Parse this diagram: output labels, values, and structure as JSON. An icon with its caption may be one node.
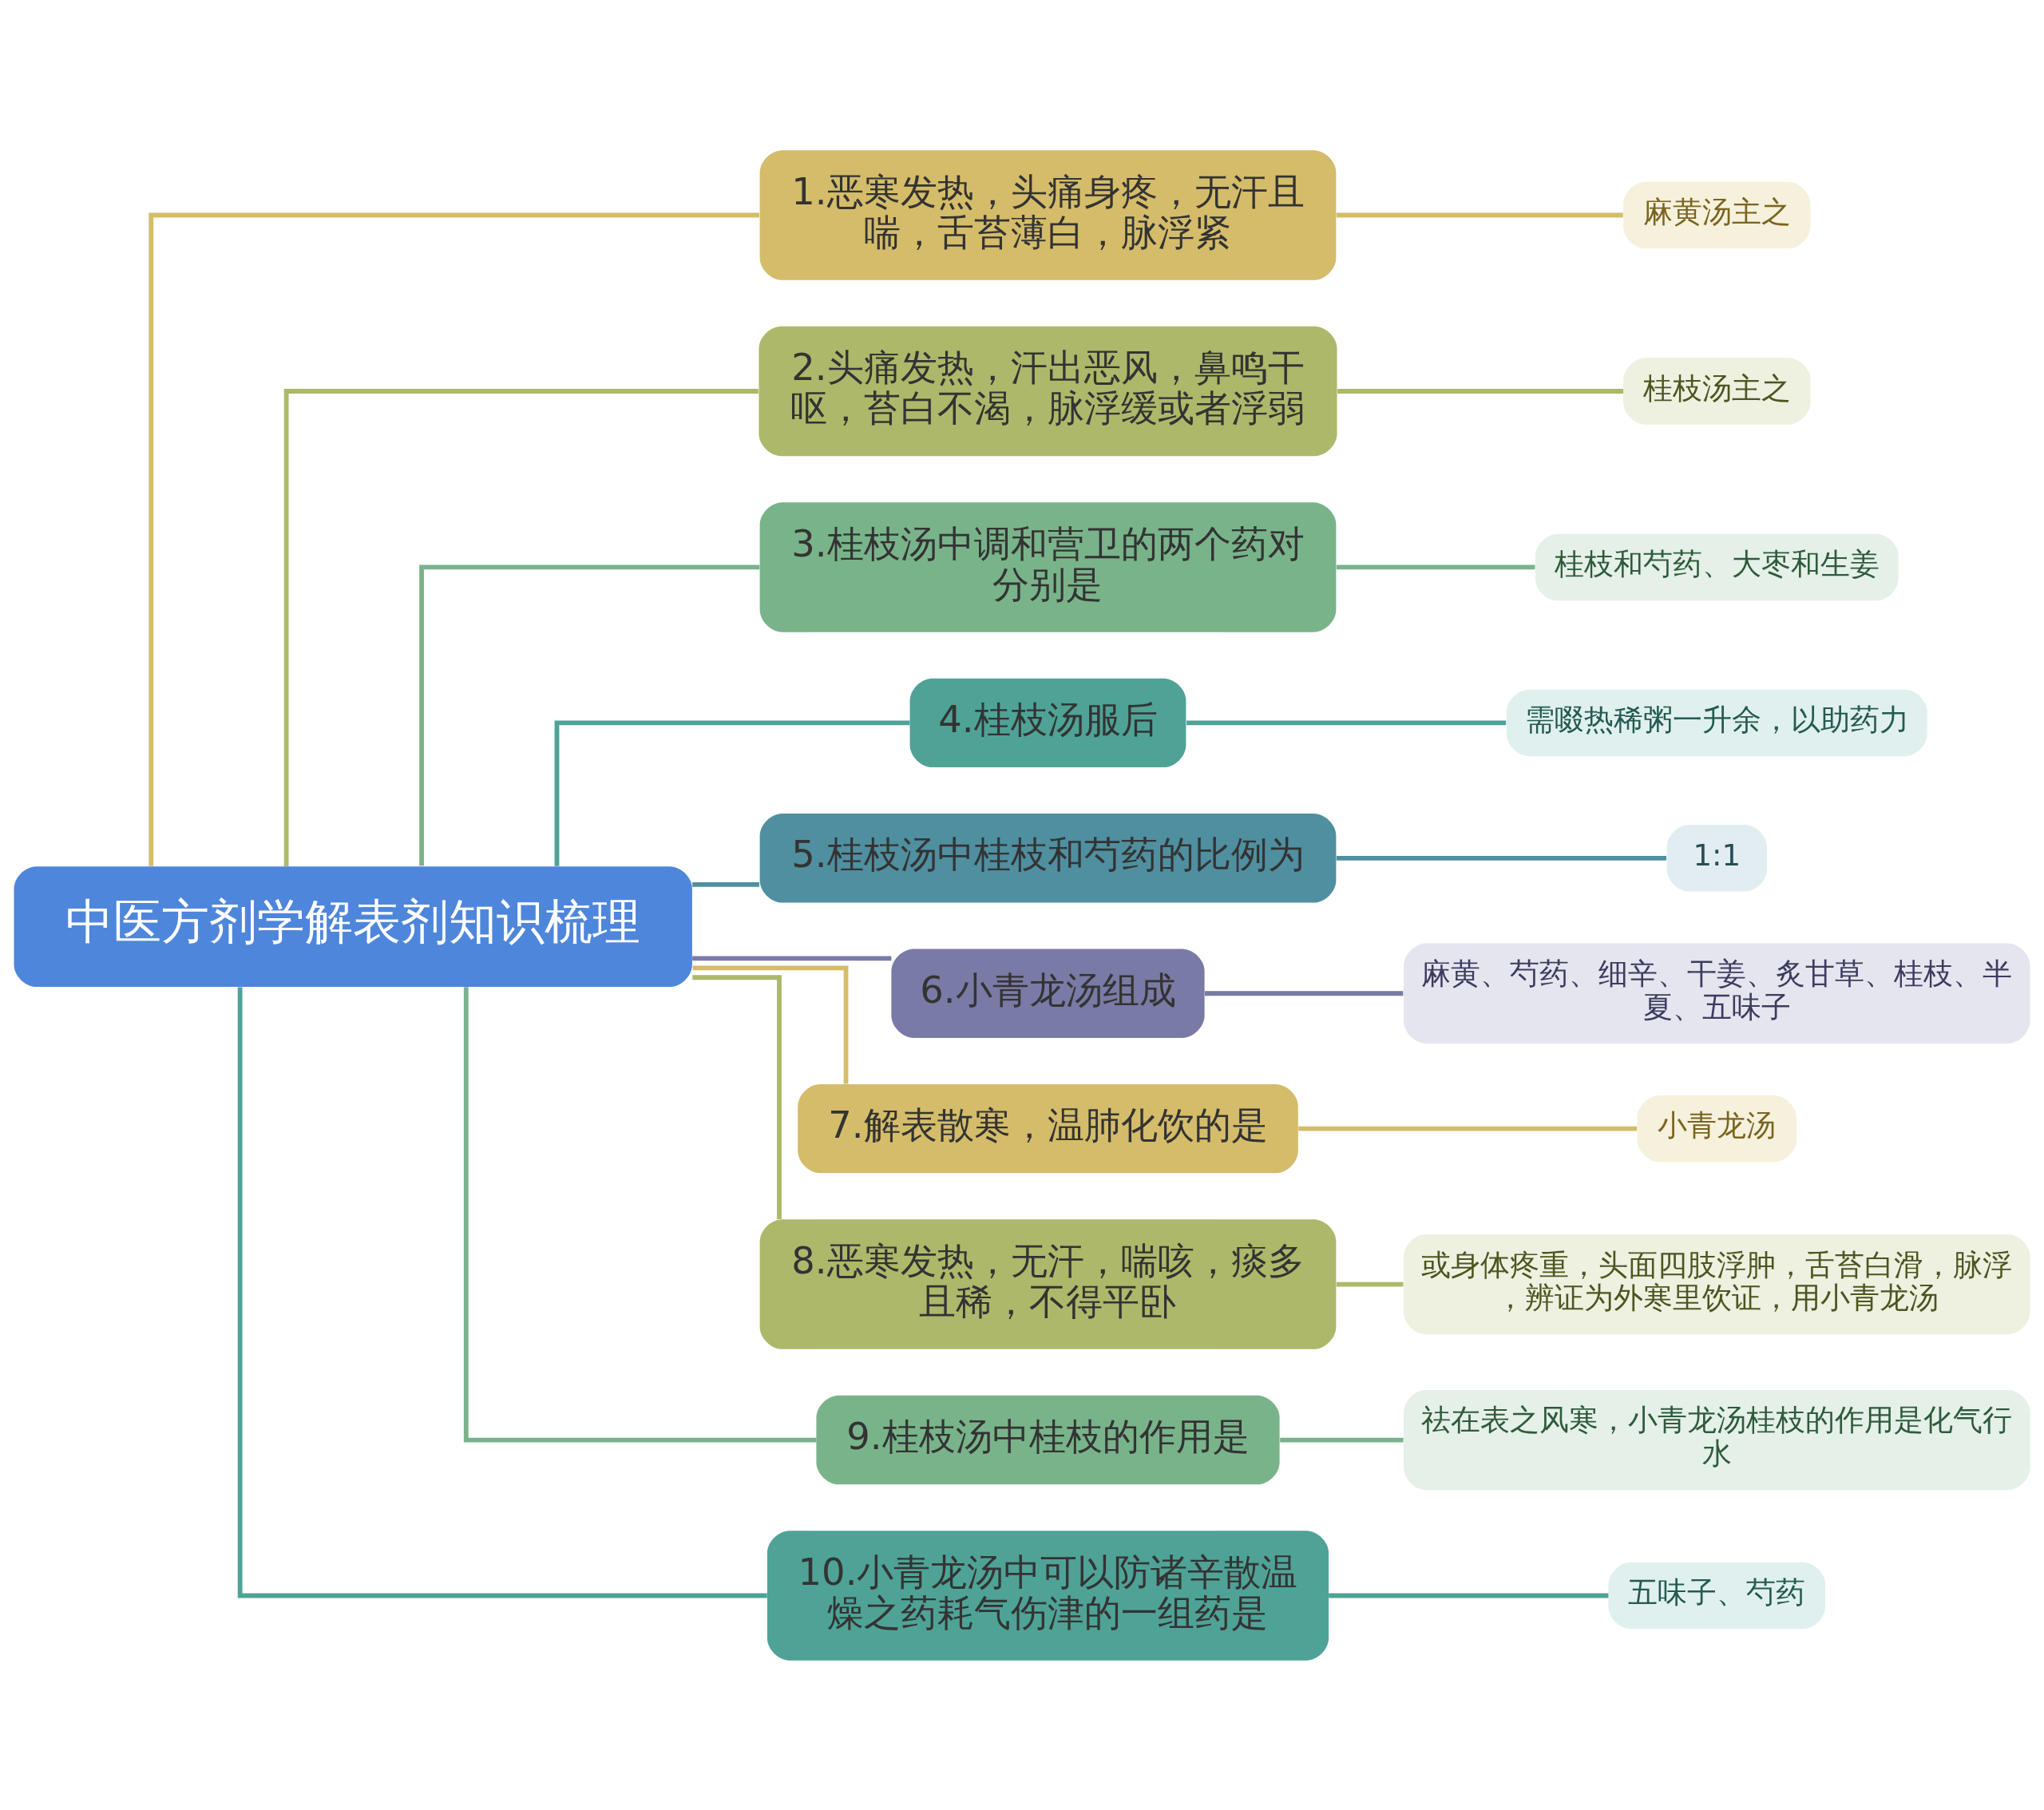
{
  "diagram": {
    "nodes": [
      {
        "text": [
          "中医方剂学解表剂知识梳理"
        ]
      },
      {
        "text": [
          "1.恶寒发热，头痛身疼，无汗且喘，舌苔薄白，脉浮紧"
        ]
      },
      {
        "text": [
          "2.头痛发热，汗出恶风，鼻鸣干呕，苔白不渴，脉浮缓或者浮弱"
        ]
      },
      {
        "text": [
          "3.桂枝汤中调和营卫的两个药对分别是"
        ]
      },
      {
        "text": [
          "4.桂枝汤服后"
        ]
      },
      {
        "text": [
          "5.桂枝汤中桂枝和芍药的比例为"
        ]
      },
      {
        "text": [
          "6.小青龙汤组成"
        ]
      },
      {
        "text": [
          "7.解表散寒，温肺化饮的是"
        ]
      },
      {
        "text": [
          "8.恶寒发热，无汗，喘咳，痰多且稀，不得平卧"
        ]
      },
      {
        "text": [
          "9.桂枝汤中桂枝的作用是"
        ]
      },
      {
        "text": [
          "10.小青龙汤中可以防诸辛散温燥之药耗气伤津的一组药是"
        ]
      },
      {
        "text": [
          "麻黄汤主之"
        ]
      },
      {
        "text": [
          "桂枝汤主之"
        ]
      },
      {
        "text": [
          "桂枝和芍药、大枣和生姜"
        ]
      },
      {
        "text": [
          "需啜热稀粥一升余，以助药力"
        ]
      },
      {
        "text": [
          "1:1"
        ]
      },
      {
        "text": [
          "麻黄、芍药、细辛、干姜、炙甘草、桂枝、半夏、五味子"
        ]
      },
      {
        "text": [
          "小青龙汤"
        ]
      },
      {
        "text": [
          "或身体疼重，头面四肢浮肿，舌苔白滑，脉浮，辨证为外寒里饮证，用小青龙汤"
        ]
      },
      {
        "text": [
          "祛在表之风寒，小青龙汤桂枝的作用是化气行水"
        ]
      },
      {
        "text": [
          "五味子、芍药"
        ]
      }
    ],
    "edges": [
      {
        "from": 0,
        "to": 1,
        "arrow": "none",
        "color": "#d4bc6a"
      },
      {
        "from": 0,
        "to": 2,
        "arrow": "none",
        "color": "#adb86a"
      },
      {
        "from": 0,
        "to": 3,
        "arrow": "none",
        "color": "#79b38a"
      },
      {
        "from": 0,
        "to": 4,
        "arrow": "none",
        "color": "#4fa296"
      },
      {
        "from": 0,
        "to": 5,
        "arrow": "none",
        "color": "#4f8fa0"
      },
      {
        "from": 0,
        "to": 6,
        "arrow": "none",
        "color": "#7a7aa6"
      },
      {
        "from": 0,
        "to": 7,
        "arrow": "none",
        "color": "#d4bc6a"
      },
      {
        "from": 0,
        "to": 8,
        "arrow": "none",
        "color": "#adb86a"
      },
      {
        "from": 0,
        "to": 9,
        "arrow": "none",
        "color": "#79b38a"
      },
      {
        "from": 0,
        "to": 10,
        "arrow": "none",
        "color": "#4fa296"
      },
      {
        "from": 1,
        "to": 11,
        "arrow": "none",
        "color": "#d4bc6a"
      },
      {
        "from": 2,
        "to": 12,
        "arrow": "none",
        "color": "#adb86a"
      },
      {
        "from": 3,
        "to": 13,
        "arrow": "none",
        "color": "#79b38a"
      },
      {
        "from": 4,
        "to": 14,
        "arrow": "none",
        "color": "#4fa296"
      },
      {
        "from": 5,
        "to": 15,
        "arrow": "none",
        "color": "#4f8fa0"
      },
      {
        "from": 6,
        "to": 16,
        "arrow": "none",
        "color": "#7a7aa6"
      },
      {
        "from": 7,
        "to": 17,
        "arrow": "none",
        "color": "#d4bc6a"
      },
      {
        "from": 8,
        "to": 18,
        "arrow": "none",
        "color": "#adb86a"
      },
      {
        "from": 9,
        "to": 19,
        "arrow": "none",
        "color": "#79b38a"
      },
      {
        "from": 10,
        "to": 20,
        "arrow": "none",
        "color": "#4fa296"
      }
    ]
  }
}
